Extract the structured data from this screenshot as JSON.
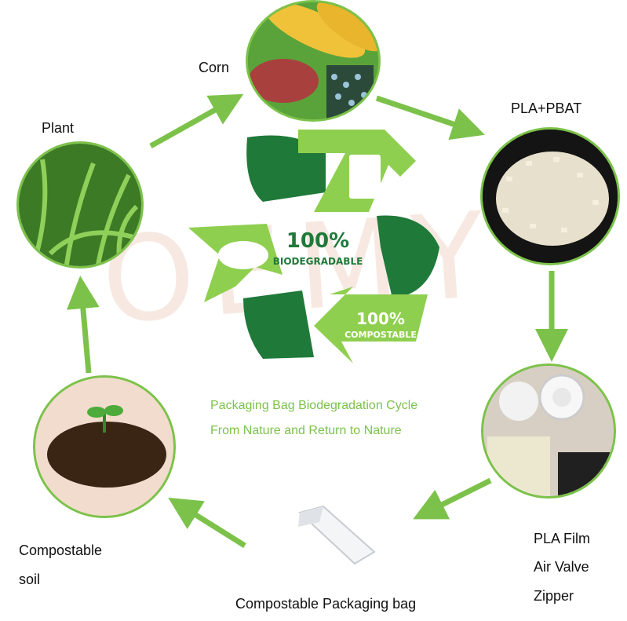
{
  "nodes": {
    "corn": {
      "label": "Corn"
    },
    "pla_pbat": {
      "label": "PLA+PBAT"
    },
    "plant": {
      "label": "Plant"
    },
    "pla_film": {
      "line1": "PLA Film",
      "line2": "Air Valve",
      "line3": "Zipper"
    },
    "packaging_bag": {
      "label": "Compostable Packaging bag"
    },
    "soil": {
      "line1": "Compostable",
      "line2": "soil"
    }
  },
  "center": {
    "biodegradable_pct": "100%",
    "biodegradable_word": "BIODEGRADABLE",
    "compostable_pct": "100%",
    "compostable_word": "COMPOSTABLE"
  },
  "caption": {
    "line1": "Packaging Bag Biodegradation Cycle",
    "line2": "From Nature and Return to Nature"
  },
  "watermark": "OEMY",
  "colors": {
    "accent": "#7cc24a",
    "dark_green": "#1f7a3a",
    "light_green": "#8fcf4f"
  }
}
